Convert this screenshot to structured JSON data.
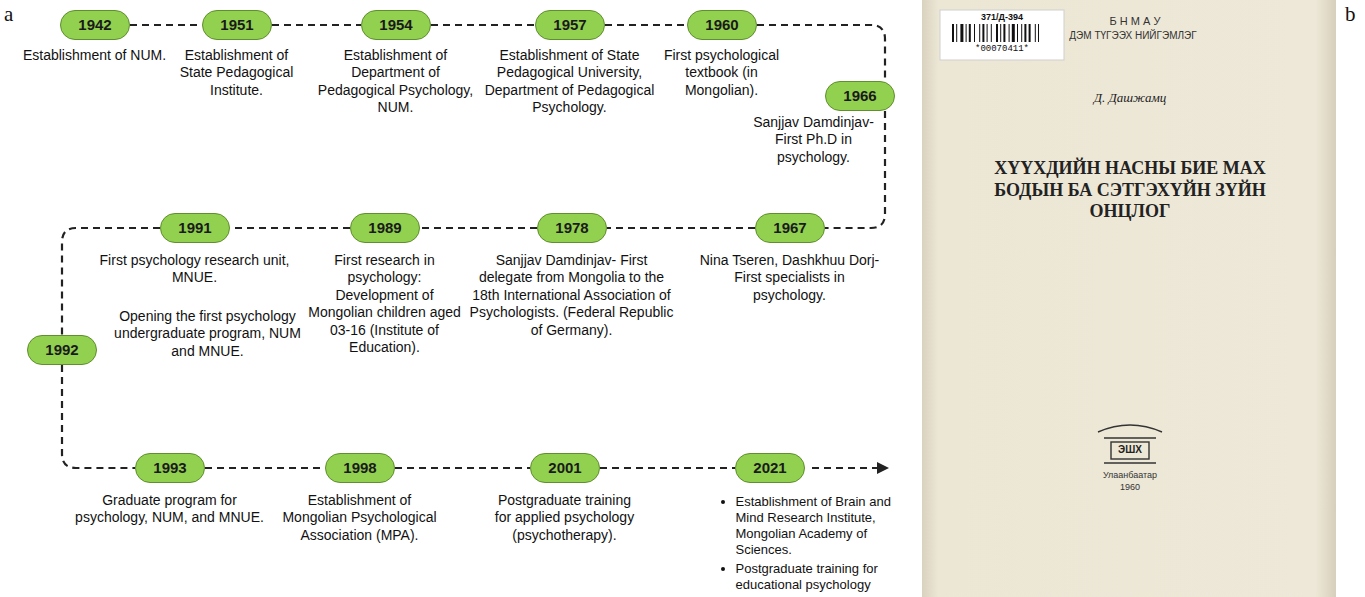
{
  "diagram": {
    "nodes": [
      {
        "text": [
          "1942",
          "Establishment of NUM."
        ]
      },
      {
        "text": [
          "1951",
          "Establishment of State Pedagogical Institute."
        ]
      },
      {
        "text": [
          "1954",
          "Establishment of Department of Pedagogical Psychology, NUM."
        ]
      },
      {
        "text": [
          "1957",
          "Establishment of State Pedagogical University, Department of Pedagogical Psychology."
        ]
      },
      {
        "text": [
          "1960",
          "First psychological textbook (in Mongolian)."
        ]
      },
      {
        "text": [
          "1966",
          "Sanjjav Damdinjav- First Ph.D in psychology."
        ]
      },
      {
        "text": [
          "1967",
          "Nina Tseren, Dashkhuu Dorj-First specialists in psychology."
        ]
      },
      {
        "text": [
          "1978",
          "Sanjjav Damdinjav- First delegate from Mongolia to the 18th International Association of Psychologists. (Federal Republic of Germany)."
        ]
      },
      {
        "text": [
          "1989",
          "First research in psychology: Development of Mongolian children aged 03-16 (Institute of Education)."
        ]
      },
      {
        "text": [
          "1991",
          "First psychology research unit, MNUE."
        ]
      },
      {
        "text": [
          "1992",
          "Opening the first psychology undergraduate program, NUM and MNUE."
        ]
      },
      {
        "text": [
          "1993",
          "Graduate program for psychology, NUM, and MNUE."
        ]
      },
      {
        "text": [
          "1998",
          "Establishment of Mongolian Psychological Association (MPA)."
        ]
      },
      {
        "text": [
          "2001",
          "Postgraduate training for applied psychology (psychotherapy)."
        ]
      },
      {
        "text": [
          "2021",
          "Establishment of Brain and Mind Research Institute, Mongolian Academy of Sciences.",
          "Postgraduate training for educational psychology"
        ]
      }
    ],
    "edges": [
      {
        "from": 0,
        "to": 1,
        "arrow": "none"
      },
      {
        "from": 1,
        "to": 2,
        "arrow": "none"
      },
      {
        "from": 2,
        "to": 3,
        "arrow": "none"
      },
      {
        "from": 3,
        "to": 4,
        "arrow": "none"
      },
      {
        "from": 4,
        "to": 5,
        "arrow": "none"
      },
      {
        "from": 5,
        "to": 6,
        "arrow": "none"
      },
      {
        "from": 6,
        "to": 7,
        "arrow": "none"
      },
      {
        "from": 7,
        "to": 8,
        "arrow": "none"
      },
      {
        "from": 8,
        "to": 9,
        "arrow": "none"
      },
      {
        "from": 9,
        "to": 10,
        "arrow": "none"
      },
      {
        "from": 10,
        "to": 11,
        "arrow": "none"
      },
      {
        "from": 11,
        "to": 12,
        "arrow": "none"
      },
      {
        "from": 12,
        "to": 13,
        "arrow": "none"
      },
      {
        "from": 13,
        "to": 14,
        "arrow": "none"
      }
    ],
    "labels": [
      "a",
      "b",
      "371/Д-394",
      "*00070411*",
      "Б Н М А У",
      "ДЭМ ТҮГЭЭХ НИЙГЭМЛЭГ",
      "Д. Дашжамц",
      "ХҮҮХДИЙН НАСНЫ БИЕ МАХ БОДЫН БА СЭТГЭХҮЙН ЗҮЙН ОНЦЛОГ",
      "ЭШХ",
      "Улаанбаатар",
      "1960"
    ]
  }
}
